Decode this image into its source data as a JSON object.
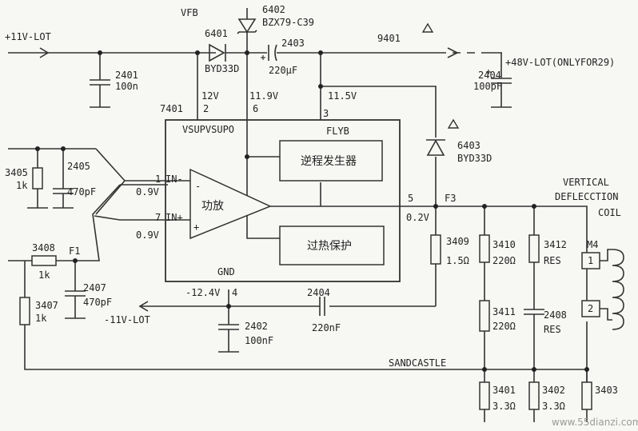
{
  "rails": {
    "plus11v": "+11V-LOT",
    "minus11v": "-11V-LOT",
    "plus48v": "+48V-LOT(ONLYFOR29)",
    "vfb": "VFB",
    "sandcastle": "SANDCASTLE",
    "net_9401": "9401"
  },
  "ic": {
    "ref": "7401",
    "name": "VSUPVSUPO",
    "flyb": "FLYB",
    "gnd": "GND",
    "flyback_block": "逆程发生器",
    "amp_block": "功放",
    "thermal_block": "过热保护",
    "pin_in_minus": "IN-",
    "pin_in_plus": "IN+",
    "pin_nums": {
      "p1": "1",
      "p2": "2",
      "p3": "3",
      "p4": "4",
      "p5": "5",
      "p6": "6",
      "p7": "7"
    },
    "plus_sign": "+",
    "minus_sign": "-",
    "v_pin2": "12V",
    "v_pin6": "11.9V",
    "v_pin3": "11.5V",
    "v_pin1": "0.9V",
    "v_pin7": "0.9V",
    "v_pin4": "-12.4V",
    "v_pin5": "0.2V"
  },
  "components": {
    "c2401": {
      "ref": "2401",
      "value": "100n"
    },
    "d6401": {
      "ref": "6401",
      "value": "BYD33D"
    },
    "d6402": {
      "ref": "6402",
      "value": "BZX79-C39"
    },
    "c2403": {
      "ref": "2403",
      "value": "220μF"
    },
    "c2404top": {
      "ref": "2404",
      "value": "100pF"
    },
    "d6403": {
      "ref": "6403",
      "value": "BYD33D"
    },
    "r3405": {
      "ref": "3405",
      "value": "1k"
    },
    "c2405": {
      "ref": "2405",
      "value": "470pF"
    },
    "r3408": {
      "ref": "3408",
      "value": "1k"
    },
    "f1": "F1",
    "f3": "F3",
    "c2407": {
      "ref": "2407",
      "value": "470pF"
    },
    "r3407": {
      "ref": "3407",
      "value": "1k"
    },
    "c2402": {
      "ref": "2402",
      "value": "100nF"
    },
    "c2404bot": {
      "ref": "2404",
      "value": "220nF"
    },
    "r3409": {
      "ref": "3409",
      "value": "1.5Ω"
    },
    "r3410": {
      "ref": "3410",
      "value": "220Ω"
    },
    "r3412": {
      "ref": "3412",
      "value": "RES"
    },
    "r3411": {
      "ref": "3411",
      "value": "220Ω"
    },
    "c2408": {
      "ref": "2408",
      "value": "RES"
    },
    "r3401": {
      "ref": "3401",
      "value": "3.3Ω"
    },
    "r3402": {
      "ref": "3402",
      "value": "3.3Ω"
    },
    "r3403": {
      "ref": "3403",
      "value": ""
    },
    "m4": {
      "ref": "M4",
      "pin1": "1",
      "pin2": "2"
    }
  },
  "coil_label": [
    "VERTICAL",
    "DEFLECCTION",
    "COIL"
  ],
  "watermark": "www.55dianzi.com"
}
